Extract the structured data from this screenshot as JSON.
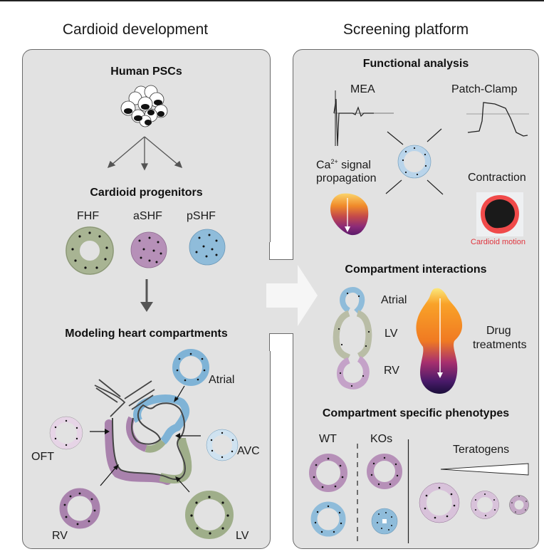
{
  "columns": {
    "left_title": "Cardioid development",
    "right_title": "Screening platform"
  },
  "left_panel": {
    "human_pscs": {
      "heading": "Human PSCs",
      "icon": "cell-cluster-icon"
    },
    "progenitors": {
      "heading": "Cardioid progenitors",
      "items": [
        {
          "label": "FHF",
          "color": "#a8b493"
        },
        {
          "label": "aSHF",
          "color": "#b690b8"
        },
        {
          "label": "pSHF",
          "color": "#8fbcda"
        }
      ]
    },
    "compartments": {
      "heading": "Modeling heart compartments",
      "labels": {
        "atrial": "Atrial",
        "avc": "AVC",
        "oft": "OFT",
        "rv": "RV",
        "lv": "LV"
      },
      "colors": {
        "atrial": "#7fb3d6",
        "avc": "#cfe2f0",
        "oft": "#e6d4e6",
        "rv": "#a982ad",
        "lv": "#9fae8a"
      }
    }
  },
  "transition_arrow": {
    "icon": "right-arrow-icon",
    "color": "#f6f6f6"
  },
  "right_panel": {
    "functional": {
      "heading": "Functional analysis",
      "mea": "MEA",
      "patch_clamp": "Patch-Clamp",
      "calcium_line1_base": "Ca",
      "calcium_sup": "2+",
      "calcium_line1_rest": " signal",
      "calcium_line2": "propagation",
      "contraction": "Contraction",
      "cardioid_motion": "Cardioid motion"
    },
    "interactions": {
      "heading": "Compartment interactions",
      "labels": {
        "atrial": "Atrial",
        "lv": "LV",
        "rv": "RV"
      },
      "drug_line1": "Drug",
      "drug_line2": "treatments"
    },
    "phenotypes": {
      "heading": "Compartment specific phenotypes",
      "wt": "WT",
      "kos": "KOs",
      "teratogens": "Teratogens"
    }
  }
}
